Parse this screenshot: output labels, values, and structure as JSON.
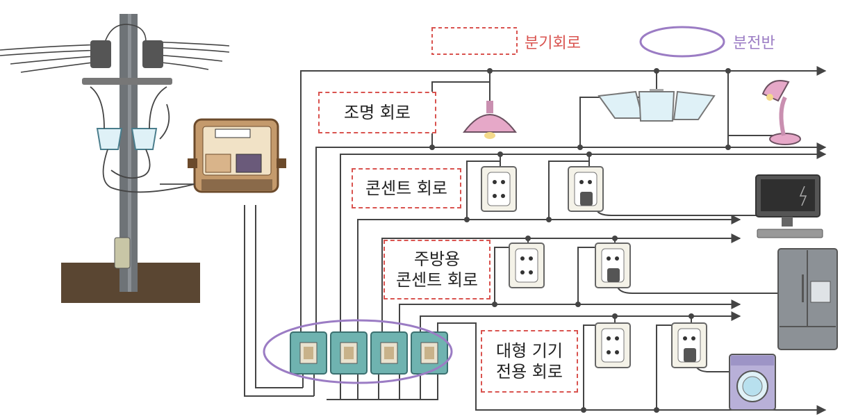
{
  "legend": {
    "branch_circuit": "분기회로",
    "distribution_panel": "분전반",
    "branch_color": "#d9534f",
    "panel_color": "#9b7cc4"
  },
  "circuits": {
    "lighting": "조명 회로",
    "outlet": "콘센트 회로",
    "kitchen_line1": "주방용",
    "kitchen_line2": "콘센트 회로",
    "large_line1": "대형 기기",
    "large_line2": "전용 회로"
  },
  "colors": {
    "wire": "#444444",
    "pole": "#6e7377",
    "ground": "#5a4632",
    "meter_body": "#c49a6c",
    "outlet_plate": "#f4f2e8",
    "breaker": "#6fb3b0",
    "lamp_pink": "#e6a8c8",
    "ceiling_light": "#dff1f7"
  }
}
